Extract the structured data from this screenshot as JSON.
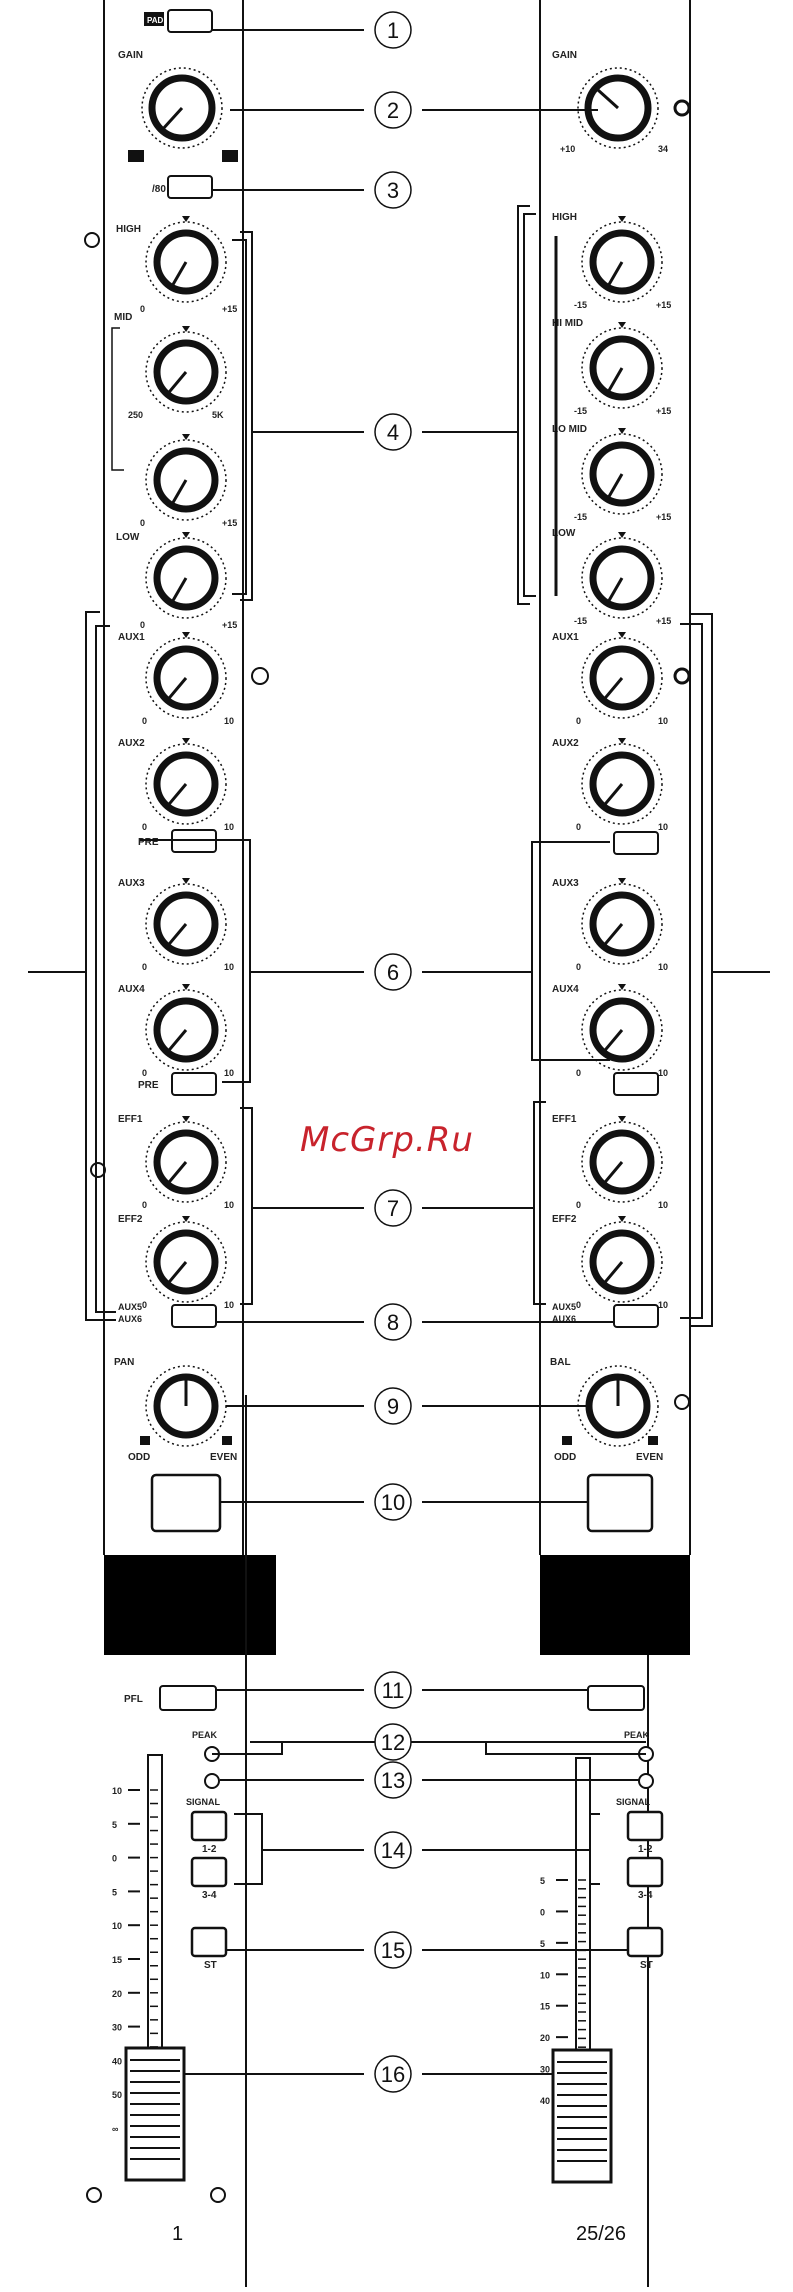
{
  "watermark": "McGrp.Ru",
  "callouts": [
    "1",
    "2",
    "3",
    "4",
    "6",
    "7",
    "8",
    "9",
    "10",
    "11",
    "12",
    "13",
    "14",
    "15",
    "16"
  ],
  "channel_left": {
    "number": "1",
    "pad_label": "PAD",
    "gain_label": "GAIN",
    "hpf_label": "/80",
    "eq": [
      {
        "label": "HIGH",
        "min": "0",
        "max": "+15"
      },
      {
        "label": "MID",
        "min": "",
        "max": ""
      },
      {
        "label": "",
        "min": "250",
        "max": "5K"
      },
      {
        "label": "",
        "min": "0",
        "max": "+15"
      },
      {
        "label": "LOW",
        "min": "0",
        "max": "+15"
      }
    ],
    "aux": [
      {
        "label": "AUX1",
        "min": "0",
        "max": "10"
      },
      {
        "label": "AUX2",
        "min": "0",
        "max": "10"
      },
      {
        "label": "AUX3",
        "min": "0",
        "max": "10"
      },
      {
        "label": "AUX4",
        "min": "0",
        "max": "10"
      }
    ],
    "pre_label": "PRE",
    "eff": [
      {
        "label": "EFF1",
        "min": "0",
        "max": "10"
      },
      {
        "label": "EFF2",
        "min": "0",
        "max": "10"
      }
    ],
    "aux56_top": "AUX5",
    "aux56_bottom": "AUX6",
    "pan_label": "PAN",
    "odd_label": "ODD",
    "even_label": "EVEN",
    "pfl_label": "PFL",
    "peak_label": "PEAK",
    "signal_label": "SIGNAL",
    "bus_12": "1-2",
    "bus_34": "3-4",
    "st_label": "ST",
    "fader_scale": [
      "10",
      "5",
      "0",
      "5",
      "10",
      "15",
      "20",
      "30",
      "40",
      "50",
      "∞"
    ]
  },
  "channel_right": {
    "number": "25/26",
    "gain_label": "GAIN",
    "gain_min": "+10",
    "gain_max": "34",
    "eq": [
      {
        "label": "HIGH",
        "min": "-15",
        "max": "+15"
      },
      {
        "label": "HI MID",
        "min": "-15",
        "max": "+15"
      },
      {
        "label": "LO MID",
        "min": "-15",
        "max": "+15"
      },
      {
        "label": "LOW",
        "min": "-15",
        "max": "+15"
      }
    ],
    "aux": [
      {
        "label": "AUX1",
        "min": "0",
        "max": "10"
      },
      {
        "label": "AUX2",
        "min": "0",
        "max": "10"
      },
      {
        "label": "AUX3",
        "min": "0",
        "max": "10"
      },
      {
        "label": "AUX4",
        "min": "0",
        "max": "10"
      }
    ],
    "eff": [
      {
        "label": "EFF1",
        "min": "0",
        "max": "10"
      },
      {
        "label": "EFF2",
        "min": "0",
        "max": "10"
      }
    ],
    "aux56_top": "AUX5",
    "aux56_bottom": "AUX6",
    "bal_label": "BAL",
    "odd_label": "ODD",
    "even_label": "EVEN",
    "peak_label": "PEAK",
    "signal_label": "SIGNAL",
    "bus_12": "1-2",
    "bus_34": "3-4",
    "st_label": "ST",
    "fader_scale": [
      "5",
      "0",
      "5",
      "10",
      "15",
      "20",
      "30",
      "40"
    ]
  }
}
